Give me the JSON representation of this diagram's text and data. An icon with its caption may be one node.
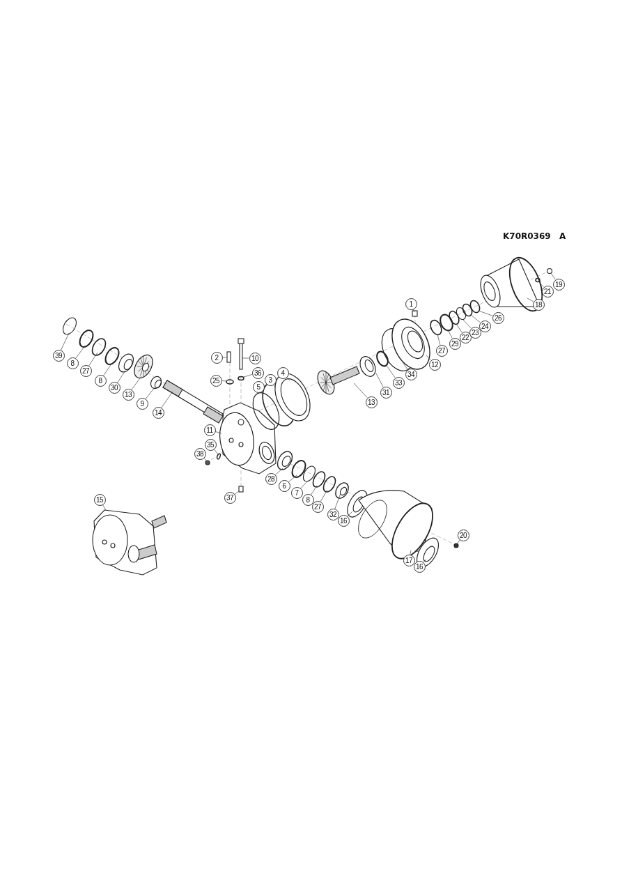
{
  "diagram": {
    "nodes": [
      {
        "text": [
          "39"
        ]
      },
      {
        "text": [
          "8"
        ]
      },
      {
        "text": [
          "27"
        ]
      },
      {
        "text": [
          "8"
        ]
      },
      {
        "text": [
          "30"
        ]
      },
      {
        "text": [
          "13"
        ]
      },
      {
        "text": [
          "9"
        ]
      },
      {
        "text": [
          "14"
        ]
      },
      {
        "text": [
          "2"
        ]
      },
      {
        "text": [
          "10"
        ]
      },
      {
        "text": [
          "25"
        ]
      },
      {
        "text": [
          "36"
        ]
      },
      {
        "text": [
          "5"
        ]
      },
      {
        "text": [
          "3"
        ]
      },
      {
        "text": [
          "4"
        ]
      },
      {
        "text": [
          "11"
        ]
      },
      {
        "text": [
          "35"
        ]
      },
      {
        "text": [
          "38"
        ]
      },
      {
        "text": [
          "37"
        ]
      },
      {
        "text": [
          "13"
        ]
      },
      {
        "text": [
          "31"
        ]
      },
      {
        "text": [
          "33"
        ]
      },
      {
        "text": [
          "34"
        ]
      },
      {
        "text": [
          "12"
        ]
      },
      {
        "text": [
          "1"
        ]
      },
      {
        "text": [
          "27"
        ]
      },
      {
        "text": [
          "29"
        ]
      },
      {
        "text": [
          "22"
        ]
      },
      {
        "text": [
          "23"
        ]
      },
      {
        "text": [
          "24"
        ]
      },
      {
        "text": [
          "26"
        ]
      },
      {
        "text": [
          "18"
        ]
      },
      {
        "text": [
          "21"
        ]
      },
      {
        "text": [
          "19"
        ]
      },
      {
        "text": [
          "28"
        ]
      },
      {
        "text": [
          "6"
        ]
      },
      {
        "text": [
          "7"
        ]
      },
      {
        "text": [
          "8"
        ]
      },
      {
        "text": [
          "27"
        ]
      },
      {
        "text": [
          "32"
        ]
      },
      {
        "text": [
          "16"
        ]
      },
      {
        "text": [
          "17"
        ]
      },
      {
        "text": [
          "16"
        ]
      },
      {
        "text": [
          "20"
        ]
      },
      {
        "text": [
          "15"
        ]
      },
      {
        "text": [],
        "shape": "circle"
      },
      {
        "text": [],
        "shape": "circle"
      },
      {
        "text": [],
        "shape": "circle"
      },
      {
        "text": [],
        "shape": "circle"
      },
      {
        "text": [],
        "shape": "circle"
      },
      {
        "text": [],
        "shape": "circle"
      }
    ],
    "edges": [
      {
        "from": 0,
        "to": null,
        "arrow": "none"
      },
      {
        "from": 1,
        "to": null,
        "arrow": "none"
      },
      {
        "from": 2,
        "to": null,
        "arrow": "none"
      },
      {
        "from": 3,
        "to": null,
        "arrow": "none"
      },
      {
        "from": 4,
        "to": null,
        "arrow": "none"
      },
      {
        "from": 5,
        "to": null,
        "arrow": "none"
      },
      {
        "from": 6,
        "to": null,
        "arrow": "none"
      },
      {
        "from": 7,
        "to": null,
        "arrow": "none"
      },
      {
        "from": 8,
        "to": null,
        "arrow": "none"
      },
      {
        "from": 9,
        "to": null,
        "arrow": "none"
      },
      {
        "from": 10,
        "to": null,
        "arrow": "none"
      },
      {
        "from": 11,
        "to": null,
        "arrow": "none"
      },
      {
        "from": 12,
        "to": null,
        "arrow": "none"
      },
      {
        "from": 13,
        "to": null,
        "arrow": "none"
      },
      {
        "from": 14,
        "to": null,
        "arrow": "none"
      },
      {
        "from": 15,
        "to": null,
        "arrow": "none"
      },
      {
        "from": 16,
        "to": null,
        "arrow": "none"
      },
      {
        "from": 17,
        "to": null,
        "arrow": "none"
      },
      {
        "from": 18,
        "to": null,
        "arrow": "none"
      },
      {
        "from": 19,
        "to": null,
        "arrow": "none"
      },
      {
        "from": 20,
        "to": null,
        "arrow": "none"
      },
      {
        "from": 21,
        "to": null,
        "arrow": "none"
      },
      {
        "from": 22,
        "to": null,
        "arrow": "none"
      },
      {
        "from": 23,
        "to": null,
        "arrow": "none"
      },
      {
        "from": 24,
        "to": null,
        "arrow": "none"
      },
      {
        "from": 25,
        "to": 45,
        "arrow": "none"
      },
      {
        "from": 26,
        "to": 47,
        "arrow": "none"
      },
      {
        "from": 27,
        "to": 48,
        "arrow": "none"
      },
      {
        "from": 28,
        "to": 49,
        "arrow": "none"
      },
      {
        "from": 29,
        "to": 50,
        "arrow": "none"
      },
      {
        "from": 30,
        "to": 46,
        "arrow": "none"
      },
      {
        "from": 31,
        "to": null,
        "arrow": "none"
      },
      {
        "from": 32,
        "to": null,
        "arrow": "none"
      },
      {
        "from": 33,
        "to": null,
        "arrow": "none"
      },
      {
        "from": 34,
        "to": null,
        "arrow": "none"
      },
      {
        "from": 35,
        "to": null,
        "arrow": "none"
      },
      {
        "from": 36,
        "to": null,
        "arrow": "none"
      },
      {
        "from": 37,
        "to": null,
        "arrow": "none"
      },
      {
        "from": 38,
        "to": null,
        "arrow": "none"
      },
      {
        "from": 39,
        "to": null,
        "arrow": "none"
      },
      {
        "from": 40,
        "to": null,
        "arrow": "none"
      },
      {
        "from": 41,
        "to": null,
        "arrow": "none"
      },
      {
        "from": 42,
        "to": null,
        "arrow": "none"
      },
      {
        "from": 43,
        "to": null,
        "arrow": "none"
      },
      {
        "from": 44,
        "to": null,
        "arrow": "none"
      }
    ],
    "labels": [
      "K70R0369",
      "A"
    ]
  }
}
